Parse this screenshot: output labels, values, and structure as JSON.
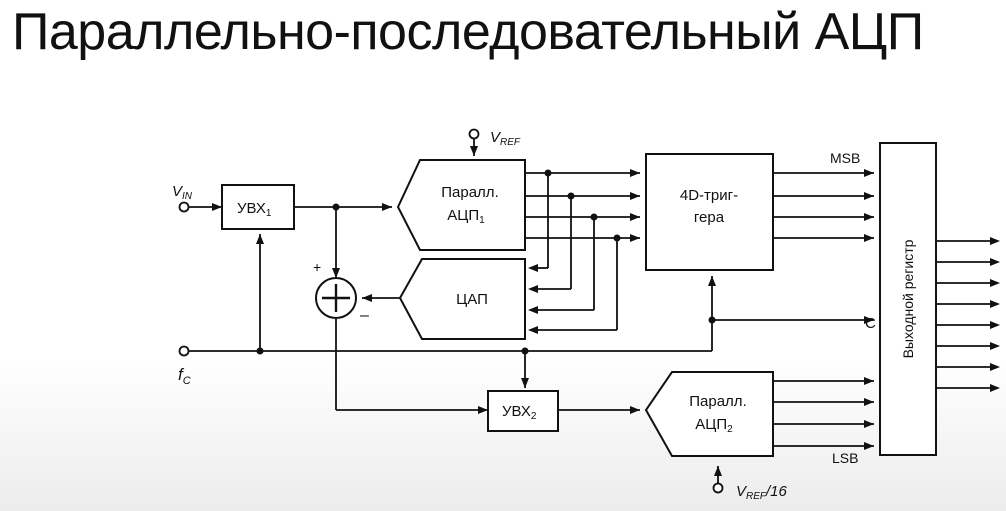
{
  "title": "Параллельно-последовательный АЦП",
  "labels": {
    "vin": "V",
    "vin_sub": "IN",
    "fc": "f",
    "fc_sub": "C",
    "vref": "V",
    "vref_sub": "REF",
    "vref16": "V",
    "vref16_sub": "REF",
    "vref16_suffix": "/16",
    "sh1": "УВХ",
    "sh1_sub": "1",
    "sh2": "УВХ",
    "sh2_sub": "2",
    "adc1_line1": "Паралл.",
    "adc1_line2": "АЦП",
    "adc1_sub": "1",
    "adc2_line1": "Паралл.",
    "adc2_line2": "АЦП",
    "adc2_sub": "2",
    "dac": "ЦАП",
    "latch_line1": "4D-триг-",
    "latch_line2": "гера",
    "out_reg": "Выходной регистр",
    "msb": "MSB",
    "lsb": "LSB",
    "clock": "C",
    "plus": "+",
    "minus": "–"
  }
}
